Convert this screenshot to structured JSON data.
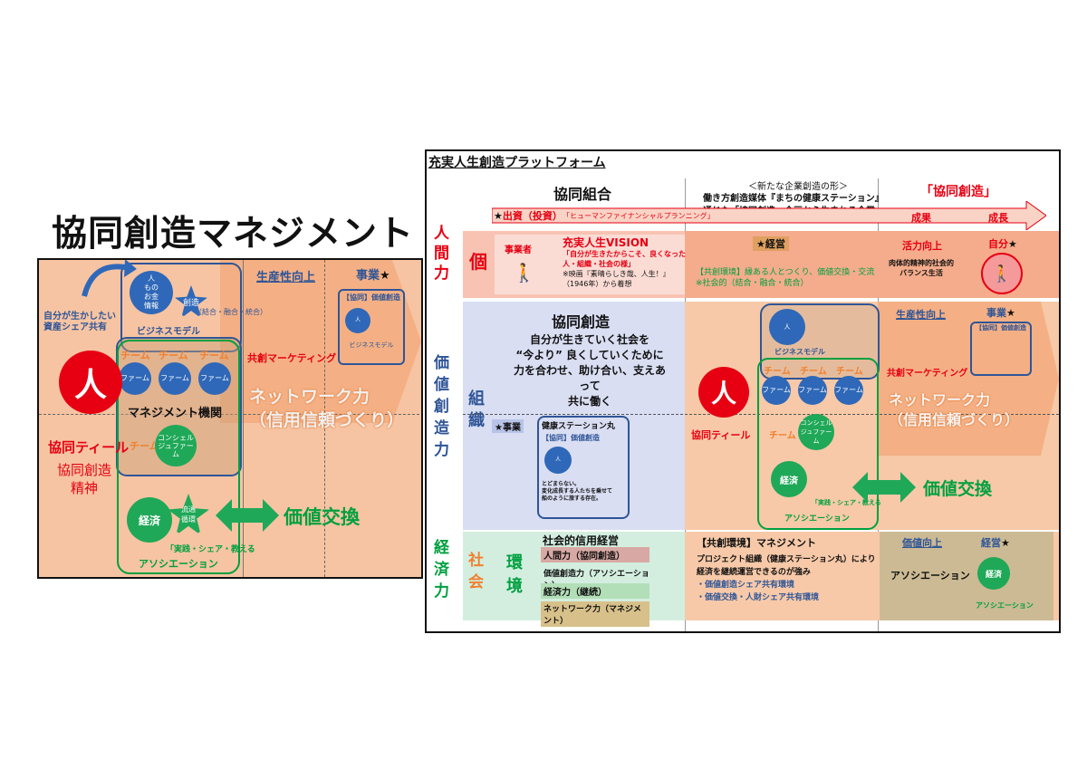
{
  "left": {
    "title": "協同創造マネジメント",
    "self_label_l1": "自分が生かしたい",
    "self_label_l2": "資産シェア共有",
    "bm_circle": [
      "人",
      "もの",
      "お金",
      "情報"
    ],
    "bm_star": "創造",
    "bm_sub": "（結合・融合・統合）",
    "bm_caption": "ビジネスモデル",
    "productivity": "生産性向上",
    "business": "事業",
    "kyodo_souzou_box": "【協同】価値創造",
    "team": "チーム",
    "farm": "ファーム",
    "souzou": "創造",
    "concierge": "コンシェルジュファーム",
    "kyosou_marketing": "共創マーケティング",
    "network_l1": "ネットワーク力",
    "network_l2": "（信用信頼づくり）",
    "person": "人",
    "management_org": "マネジメント機関",
    "kyodo_teal": "協同ティール",
    "spirit_l1": "協同創造",
    "spirit_l2": "精神",
    "economy": "経済",
    "ryutsu": "流通",
    "junkan": "循環",
    "practice": "「実践・シェア・教える",
    "association": "アソシエーション",
    "value_exchange": "価値交換"
  },
  "right": {
    "platform_title": "充実人生創造プラットフォーム",
    "kyodo_kumiai": "協同組合",
    "new_form": "＜新たな企業創造の形＞",
    "media_l1": "働き方創造媒体『まちの健康ステーション』",
    "media_l2": "通じた「協同創造」企画から生まれる企業",
    "kyodo_souzou_label": "「協同創造」",
    "investment": "出資（投資）",
    "human_fp": "「ヒューマンファイナンシャルプランニング」",
    "result": "成果",
    "growth": "成長",
    "row_ningenryoku": [
      "人",
      "間",
      "力"
    ],
    "row_kachisouzouryoku": [
      "価",
      "値",
      "創",
      "造",
      "力"
    ],
    "row_keizairyoku": [
      "経",
      "済",
      "力"
    ],
    "ko": "個",
    "soshiki": [
      "組",
      "織"
    ],
    "shakai": [
      "社",
      "会"
    ],
    "kankyo": [
      "環",
      "境"
    ],
    "jigyosha": "事業者",
    "vision_title": "充実人生VISION",
    "vision_l1": "「自分が生きたからこそ、良くなった",
    "vision_l2": "人・組織・社会の様」",
    "vision_l3": "※映画『素晴らしき哉、人生！』",
    "vision_l4": "（1946年）から着想",
    "keiei": "経営",
    "kyosou_env_l1": "【共創環境】縁ある人とつくり、価値交換・交流",
    "kyosou_env_l2": "※社会的（結合・融合・統合）",
    "katsuryoku": "活力向上",
    "balance_l1": "肉体的精神的社会的",
    "balance_l2": "バランス生活",
    "jibun": "自分",
    "kyodo_souzou": "協同創造",
    "msg_l1": "自分が生きていく社会を",
    "msg_l2": "“今より” 良くしていくために",
    "msg_l3": "力を合わせ、助け合い、支えあって",
    "msg_l4": "共に働く",
    "jigyo": "事業",
    "station_title": "健康ステーション丸",
    "station_box": "【協同】価値創造",
    "station_note_l1": "とどまらない。",
    "station_note_l2": "変化成長する人たちを乗せて",
    "station_note_l3": "船のように旅する存在。",
    "social_credit": "社会的信用経営",
    "ladder": [
      "人間力（協同創造）",
      "価値創造力（アソシエーション）",
      "経済力（継続）",
      "ネットワーク力（マネジメント）"
    ],
    "mgmt_title": "【共創環境】マネジメント",
    "mgmt_l1": "プロジェクト組織（健康ステーション丸）により",
    "mgmt_l2": "経済を継続運営できるのが強み",
    "mgmt_l3": "・価値創造シェア共有環境",
    "mgmt_l4": "・価値交換・人財シェア共有環境",
    "kachi_up": "価値向上",
    "association": "アソシエーション",
    "keiei2": "経営"
  },
  "colors": {
    "red": "#e60012",
    "blue": "#2f5597",
    "green": "#00a040",
    "orange": "#f08030",
    "peach": "#f7c9a8",
    "lavender": "#d9def3",
    "mint": "#d3eedf"
  }
}
